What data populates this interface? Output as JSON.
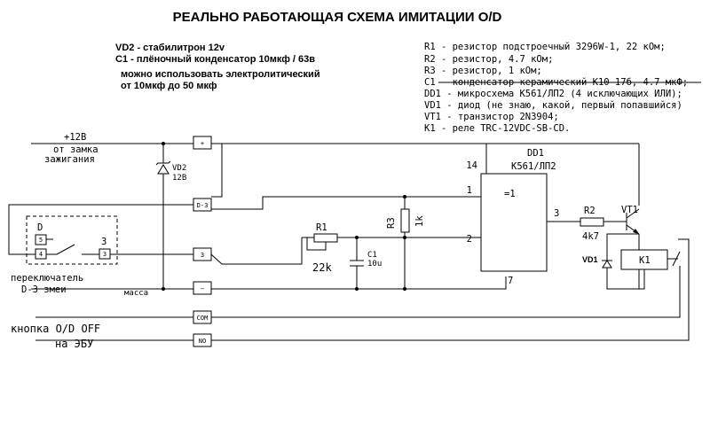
{
  "title": "РЕАЛЬНО РАБОТАЮЩАЯ СХЕМА ИМИТАЦИИ O/D",
  "notes": [
    "VD2  - стабилитрон 12v",
    "C1  - плёночный конденсатор 10мкф / 63в",
    "можно использовать электролитический",
    "от  10мкф  до 50 мкф"
  ],
  "legend": [
    "R1 - резистор подстроечный 3296W-1, 22 кОм;",
    "R2 - резистор, 4.7 кОм;",
    "R3 - резистор, 1 кОм;",
    "C1 - конденсатор керамический К10-17б, 4.7 мкФ;",
    "DD1 - микросхема К561/ЛП2 (4 исключающих ИЛИ);",
    "VD1 - диод (не знаю, какой, первый попавшийся)",
    "VT1 - транзистор 2N3904;",
    "K1 - реле TRC-12VDC-SB-CD."
  ],
  "labels": {
    "supply": "+12В",
    "ignition1": "от замка",
    "ignition2": "зажигания",
    "vd2": "VD2",
    "vd2_val": "12В",
    "switch1": "переключатель",
    "switch2": "D-3 змеи",
    "gnd": "масса",
    "button1": "кнопка O/D OFF",
    "button2": "на ЭБУ",
    "r1": "R1",
    "r1_val": "22k",
    "c1": "C1",
    "c1_val": "10u",
    "r3": "R3",
    "r3_val": "1k",
    "dd1": "DD1",
    "dd1_type": "К561/ЛП2",
    "dd1_func": "=1",
    "r2": "R2",
    "r2_val": "4k7",
    "vt1": "VT1",
    "vd1": "VD1",
    "k1": "K1",
    "sw_d": "D",
    "sw_5": "5",
    "sw_4": "4",
    "sw_3": "3",
    "sw_3b": "3"
  },
  "connectors": {
    "plus": "+",
    "d3": "D-3",
    "three": "3",
    "minus": "−",
    "com": "COM",
    "no": "NO"
  },
  "pins": {
    "p14": "14",
    "p1": "1",
    "p2": "2",
    "p3": "3",
    "p7": "7"
  }
}
